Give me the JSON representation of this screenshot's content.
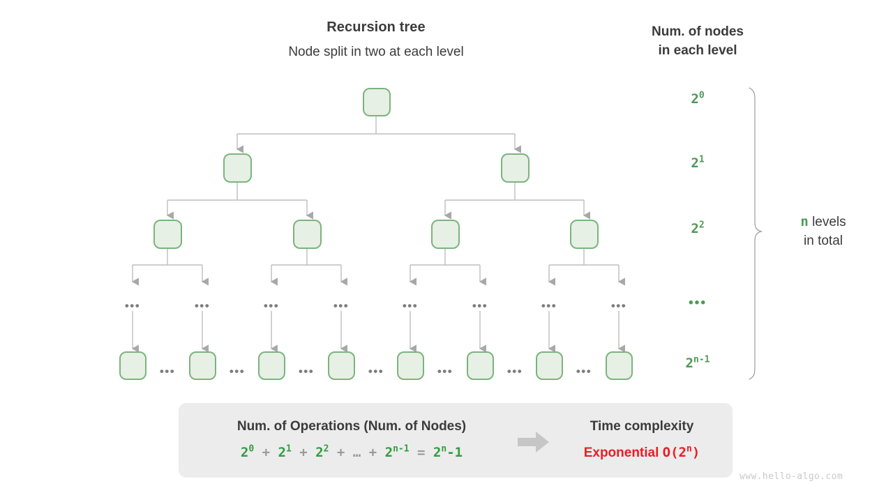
{
  "titles": {
    "main": "Recursion tree",
    "sub": "Node split in two at each level",
    "right_column_line1": "Num. of nodes",
    "right_column_line2": "in each level"
  },
  "colors": {
    "node_fill": "#e6f0e4",
    "node_border": "#7cb37f",
    "green_text": "#4e9a55",
    "formula_green": "#2f9e41",
    "red_text": "#ec1c24",
    "edge_gray": "#bdbdbd",
    "box_gray": "#ececec",
    "arrow_gray": "#c6c6c6"
  },
  "tree": {
    "levels": [
      {
        "index": 0,
        "kind": "nodes",
        "count": 1,
        "node_count_label": "2",
        "node_count_sup": "0"
      },
      {
        "index": 1,
        "kind": "nodes",
        "count": 2,
        "node_count_label": "2",
        "node_count_sup": "1"
      },
      {
        "index": 2,
        "kind": "nodes",
        "count": 4,
        "node_count_label": "2",
        "node_count_sup": "2"
      },
      {
        "index": 3,
        "kind": "ellipsis",
        "count": 8,
        "node_count_label": "…",
        "node_count_sup": ""
      },
      {
        "index": 4,
        "kind": "nodes",
        "count": 8,
        "node_count_label": "2",
        "node_count_sup": "n-1"
      }
    ],
    "ellipsis_glyph": "•••",
    "bottom_row_separator_count": 7
  },
  "brace": {
    "label_var": "n",
    "label_rest": " levels",
    "label_line2": "in total"
  },
  "summary": {
    "left_title": "Num. of Operations (Num. of Nodes)",
    "formula_terms": [
      {
        "base": "2",
        "sup": "0"
      },
      {
        "base": "2",
        "sup": "1"
      },
      {
        "base": "2",
        "sup": "2"
      },
      {
        "base": "…",
        "sup": ""
      },
      {
        "base": "2",
        "sup": "n-1"
      }
    ],
    "formula_plus": "+",
    "formula_equals": "=",
    "formula_result_base": "2",
    "formula_result_sup": "n",
    "formula_result_tail": "-1",
    "arrow_icon": "arrow-right-icon",
    "right_title": "Time complexity",
    "right_value_word": "Exponential",
    "right_value_bigo_open": "O(2",
    "right_value_bigo_sup": "n",
    "right_value_bigo_close": ")"
  },
  "watermark": "www.hello-algo.com"
}
